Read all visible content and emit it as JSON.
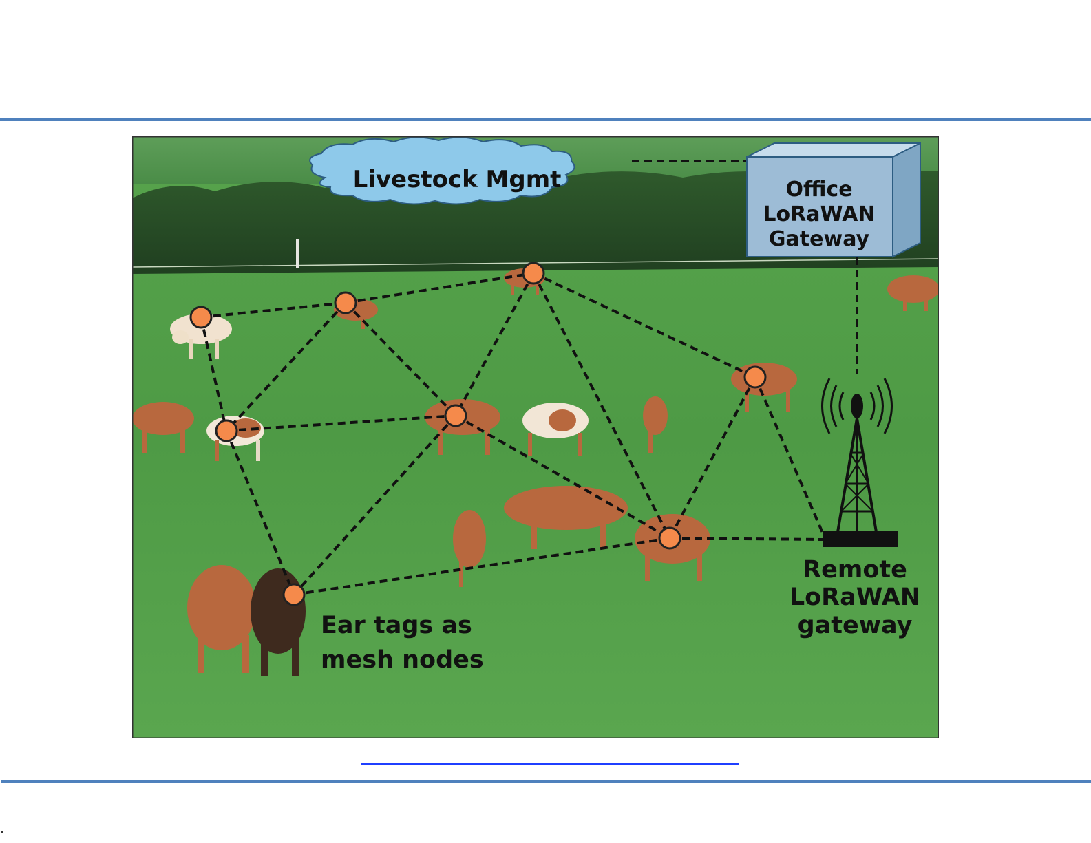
{
  "figure": {
    "cloud_label": "Livestock Mgmt",
    "office_gateway": [
      "Office",
      "LoRaWAN",
      "Gateway"
    ],
    "remote_gateway": [
      "Remote",
      "LoRaWAN",
      "gateway"
    ],
    "ear_tags": [
      "Ear tags as",
      "mesh nodes"
    ]
  },
  "colors": {
    "rule": "#4f81bd",
    "node": "#f58a4b",
    "cloud": "#8ec9ea",
    "box": "#9dbcd6",
    "grass": "#4f9a46"
  }
}
